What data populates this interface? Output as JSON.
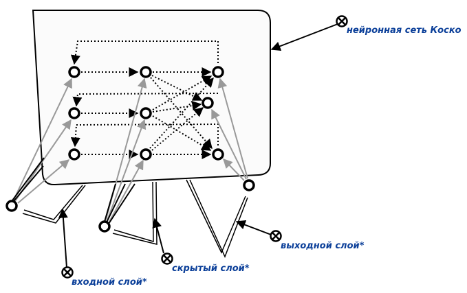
{
  "labels": {
    "network": "нейронная сеть Коско",
    "input_layer": "входной слой*",
    "hidden_layer": "скрытый слой*",
    "output_layer": "выходной слой*"
  },
  "colors": {
    "label_text": "#0b3f99",
    "node_stroke": "#000000",
    "node_fill": "#ffffff",
    "panel_fill": "#fbfbfb",
    "panel_stroke": "#000000",
    "connection_dotted": "#000000",
    "connection_gray": "#999999"
  },
  "icons": {
    "annotation_marker": "circle-x-icon",
    "node": "circle-node-icon"
  }
}
